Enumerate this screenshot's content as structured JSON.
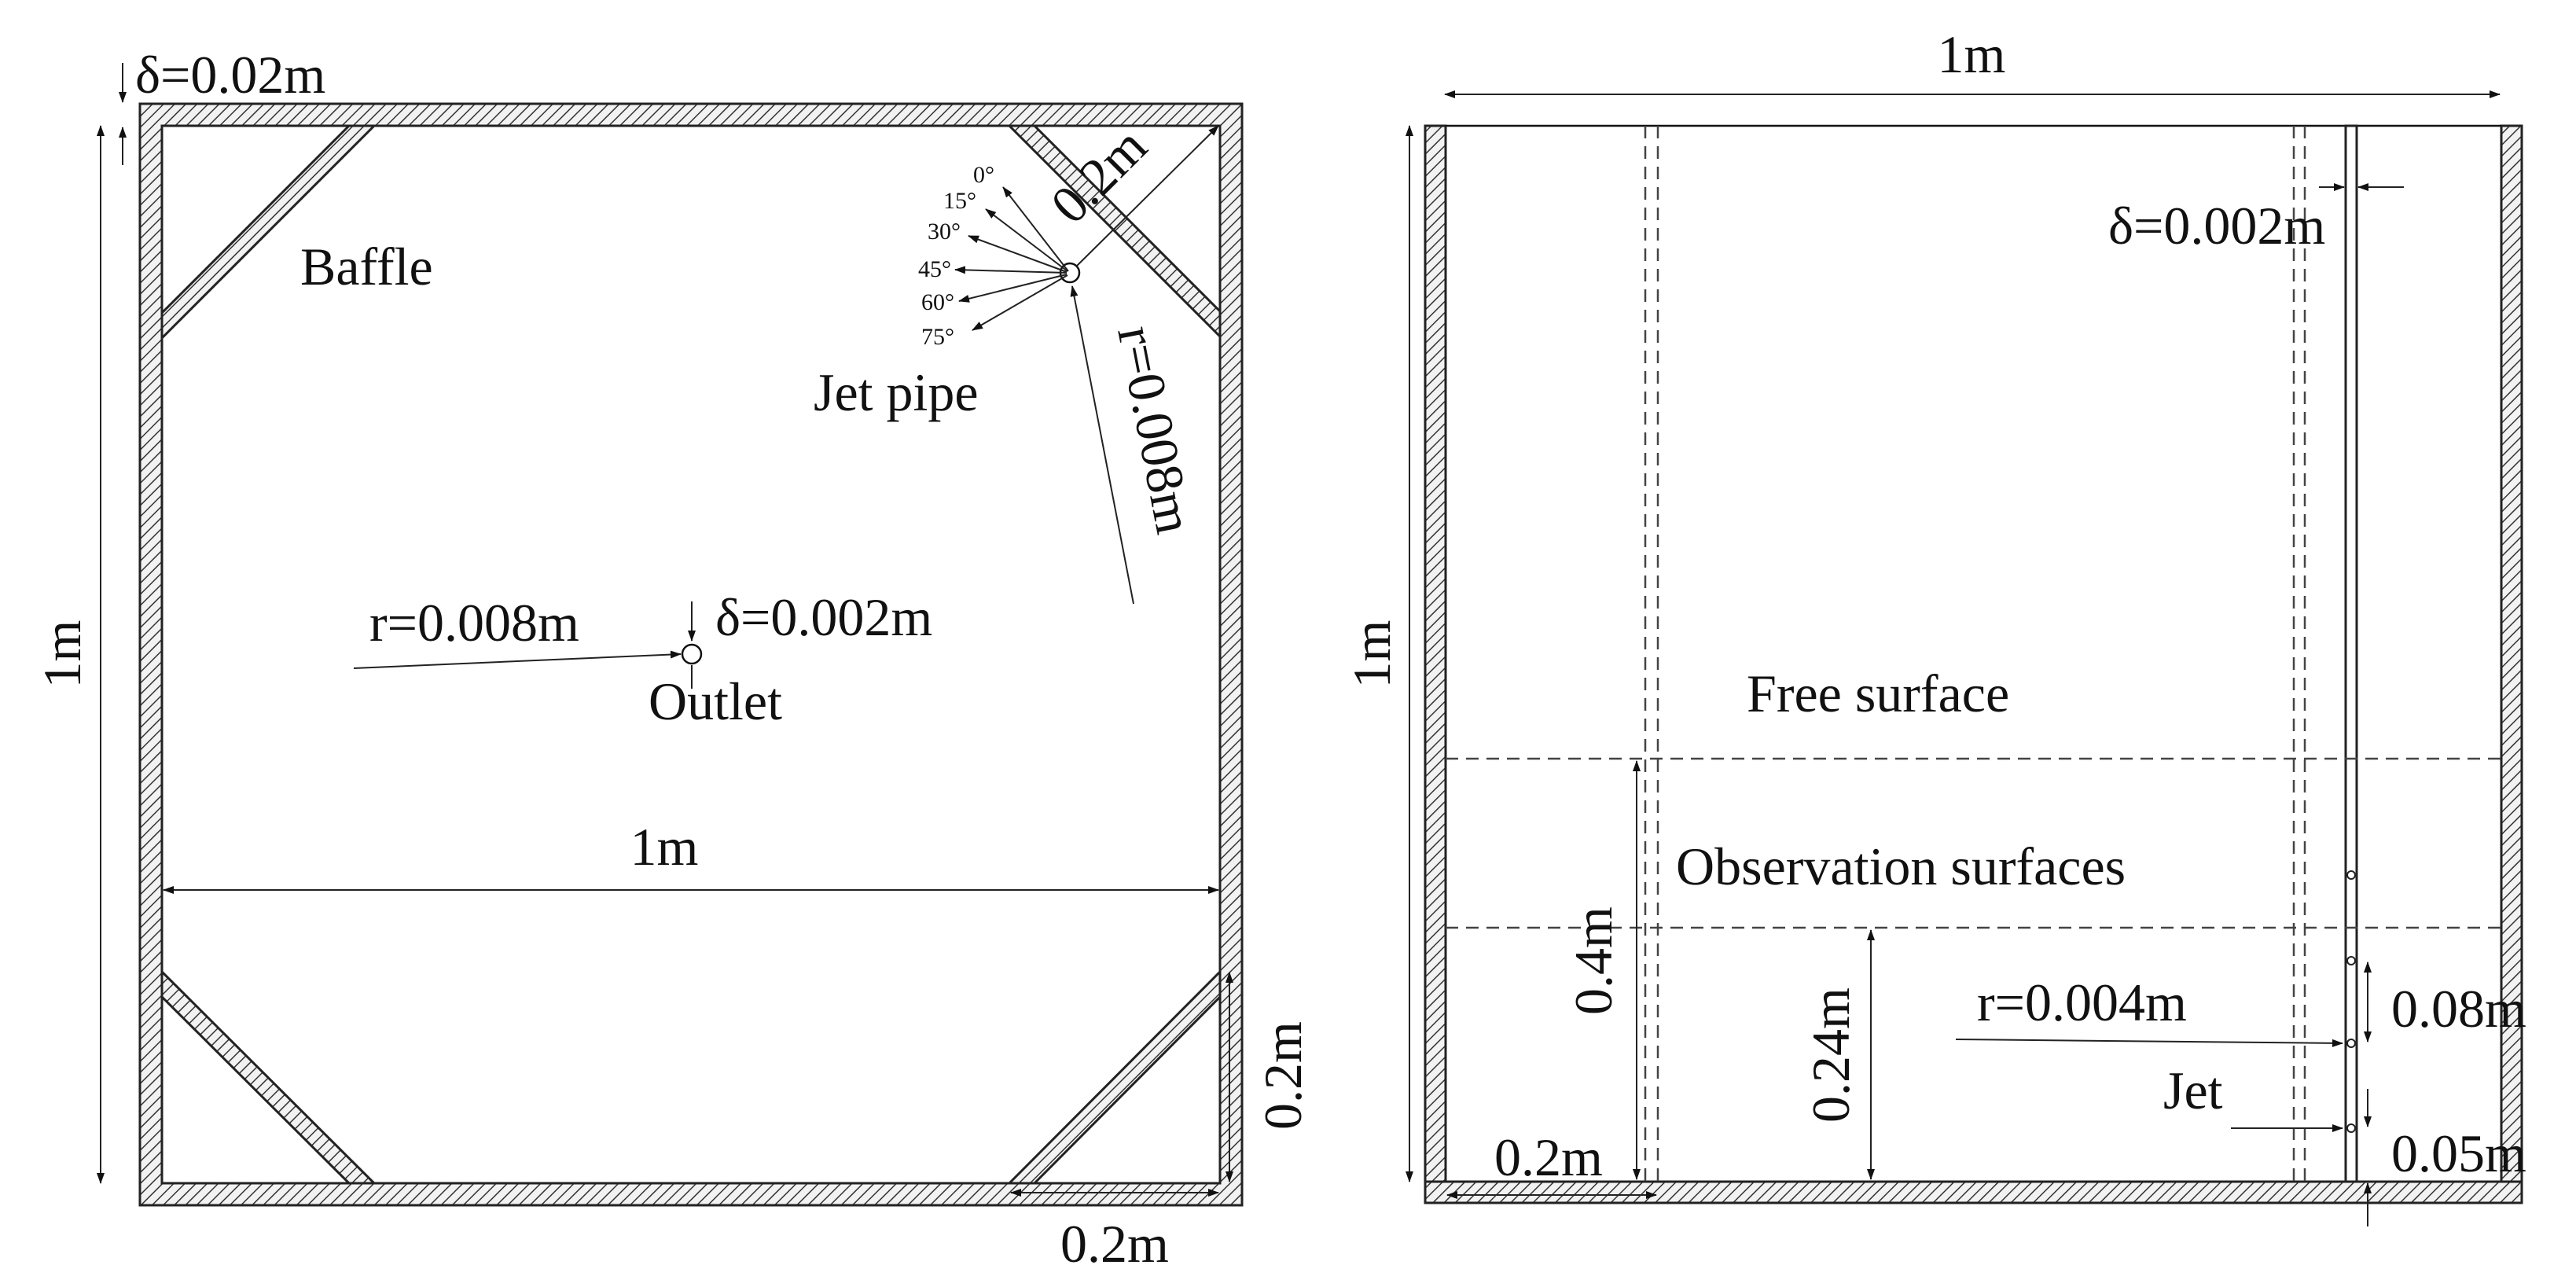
{
  "top_view": {
    "wall_thickness": "δ=0.02m",
    "height_label": "1m",
    "width_label": "1m",
    "baffle_label": "Baffle",
    "jet_pipe_label": "Jet pipe",
    "baffle_length_top": "0.2m",
    "jet_radius": "r=0.008m",
    "outlet_radius": "r=0.008m",
    "outlet_thickness": "δ=0.002m",
    "outlet_label": "Outlet",
    "baffle_right": "0.2m",
    "baffle_bottom": "0.2m",
    "angles": [
      "0°",
      "15°",
      "30°",
      "45°",
      "60°",
      "75°"
    ]
  },
  "side_view": {
    "width_label": "1m",
    "height_label": "1m",
    "pipe_thickness": "δ=0.002m",
    "free_surface_label": "Free surface",
    "observation_label": "Observation surfaces",
    "height_04": "0.4m",
    "height_024": "0.24m",
    "jet_radius": "r=0.004m",
    "jet_label": "Jet",
    "spacing_008": "0.08m",
    "spacing_005": "0.05m",
    "baffle_width": "0.2m"
  }
}
